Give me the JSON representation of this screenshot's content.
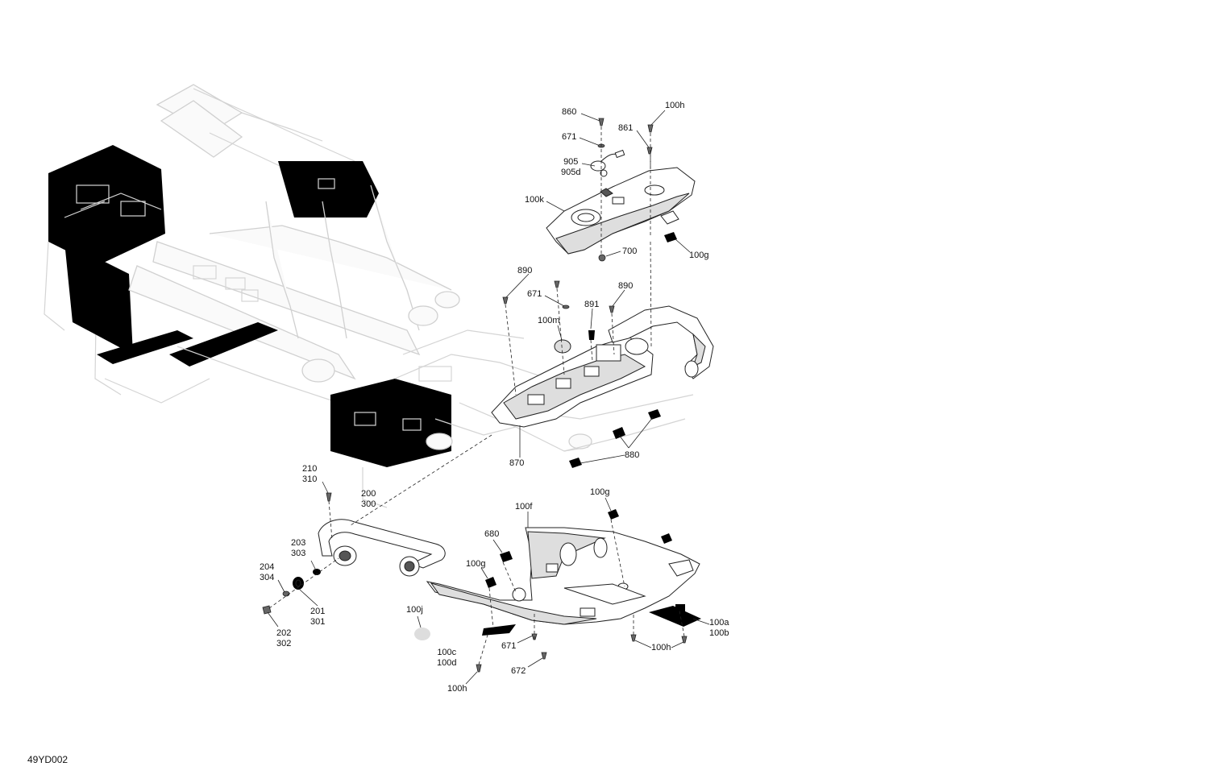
{
  "drawing_code": "49YD002",
  "callouts": [
    {
      "text": "860"
    },
    {
      "text": "100h"
    },
    {
      "text": "671"
    },
    {
      "text": "861"
    },
    {
      "text": "905\n905d"
    },
    {
      "text": "100k"
    },
    {
      "text": "700"
    },
    {
      "text": "100g"
    },
    {
      "text": "890"
    },
    {
      "text": "671"
    },
    {
      "text": "890"
    },
    {
      "text": "891"
    },
    {
      "text": "100m"
    },
    {
      "text": "870"
    },
    {
      "text": "880"
    },
    {
      "text": "210\n310"
    },
    {
      "text": "200\n300"
    },
    {
      "text": "203\n303"
    },
    {
      "text": "204\n304"
    },
    {
      "text": "201\n301"
    },
    {
      "text": "202\n302"
    },
    {
      "text": "100f"
    },
    {
      "text": "100g"
    },
    {
      "text": "680"
    },
    {
      "text": "100g"
    },
    {
      "text": "100j"
    },
    {
      "text": "100c\n100d"
    },
    {
      "text": "671"
    },
    {
      "text": "672"
    },
    {
      "text": "100h"
    },
    {
      "text": "100h"
    },
    {
      "text": "100a\n100b"
    }
  ]
}
